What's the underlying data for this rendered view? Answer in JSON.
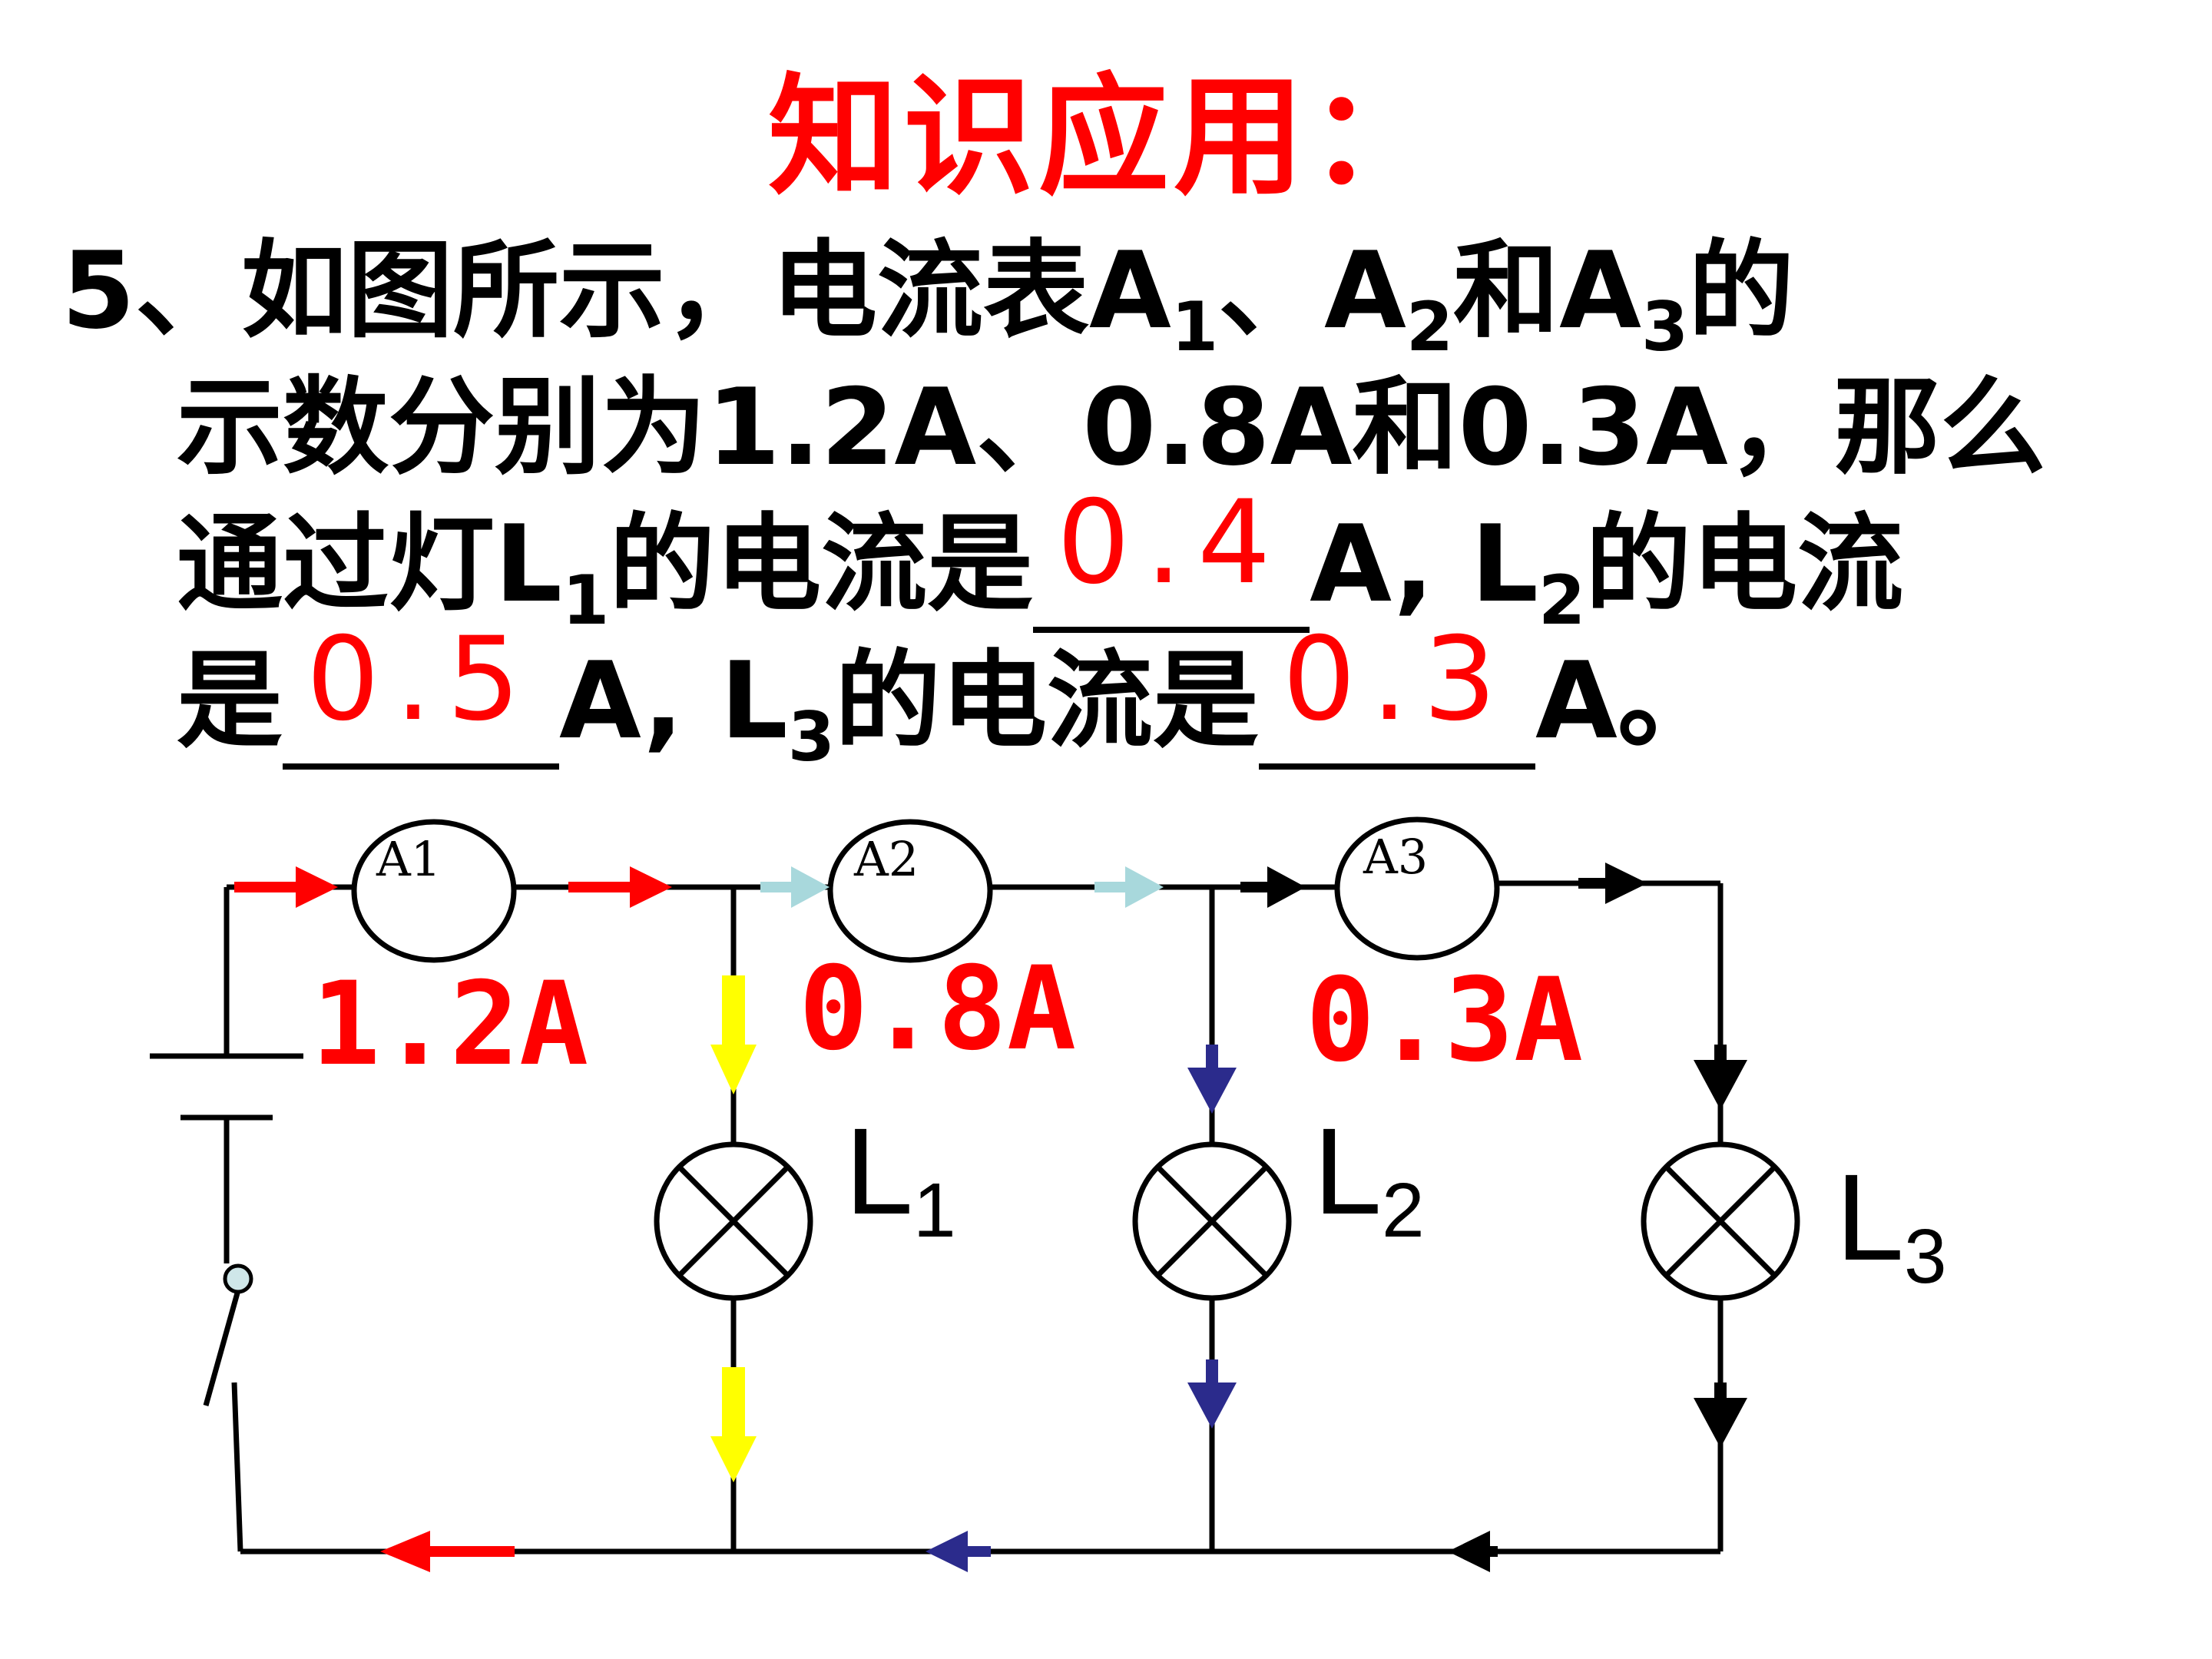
{
  "title": "知识应用：",
  "question": {
    "num": "5、",
    "line1_a": "如图所示，电流表A",
    "sub1": "1",
    "sep1": "、A",
    "sub2": "2",
    "and": "和A",
    "sub3": "3",
    "de": "的",
    "line2": "示数分别为1.2A、0.8A和0.3A，那么",
    "line3_a": "通过灯L",
    "l1_sub": "1",
    "line3_b": "的电流是",
    "ans1": "0.4",
    "line3_c": "A, L",
    "l2_sub": "2",
    "line3_d": "的电流",
    "line4_a": "是",
    "ans2": "0.5",
    "line4_b": "A, L",
    "l3_sub": "3",
    "line4_c": "的电流是",
    "ans3": "0.3",
    "line4_d": "A。"
  },
  "circuit": {
    "meters": [
      {
        "label": "A1",
        "reading": "1.2A"
      },
      {
        "label": "A2",
        "reading": "0.8A"
      },
      {
        "label": "A3",
        "reading": "0.3A"
      }
    ],
    "lamps": [
      {
        "letter": "L",
        "sub": "1"
      },
      {
        "letter": "L",
        "sub": "2"
      },
      {
        "letter": "L",
        "sub": "3"
      }
    ],
    "colors": {
      "total": "#ff0000",
      "branch1": "#ffff00",
      "after_a2": "#a8d8dc",
      "branch2": "#2b2b8c",
      "branch3": "#000000",
      "reading": "#ff0000"
    }
  }
}
